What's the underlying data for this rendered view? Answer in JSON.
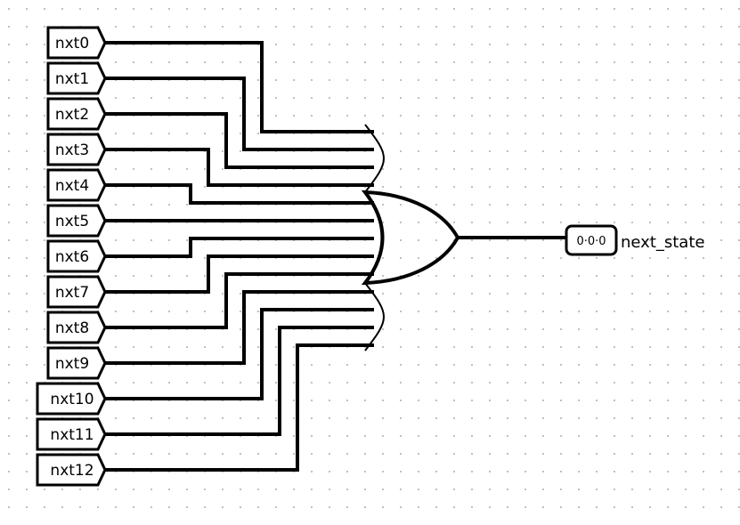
{
  "tunnels": [
    {
      "label": "nxt0"
    },
    {
      "label": "nxt1"
    },
    {
      "label": "nxt2"
    },
    {
      "label": "nxt3"
    },
    {
      "label": "nxt4"
    },
    {
      "label": "nxt5"
    },
    {
      "label": "nxt6"
    },
    {
      "label": "nxt7"
    },
    {
      "label": "nxt8"
    },
    {
      "label": "nxt9"
    },
    {
      "label": "nxt10"
    },
    {
      "label": "nxt11"
    },
    {
      "label": "nxt12"
    }
  ],
  "gate": {
    "type": "or-gate"
  },
  "output_pin": {
    "value": "0·0·0",
    "label": "next_state"
  },
  "colors": {
    "wire": "#000000",
    "grid_dot": "#c0c0c0",
    "background": "#ffffff"
  }
}
